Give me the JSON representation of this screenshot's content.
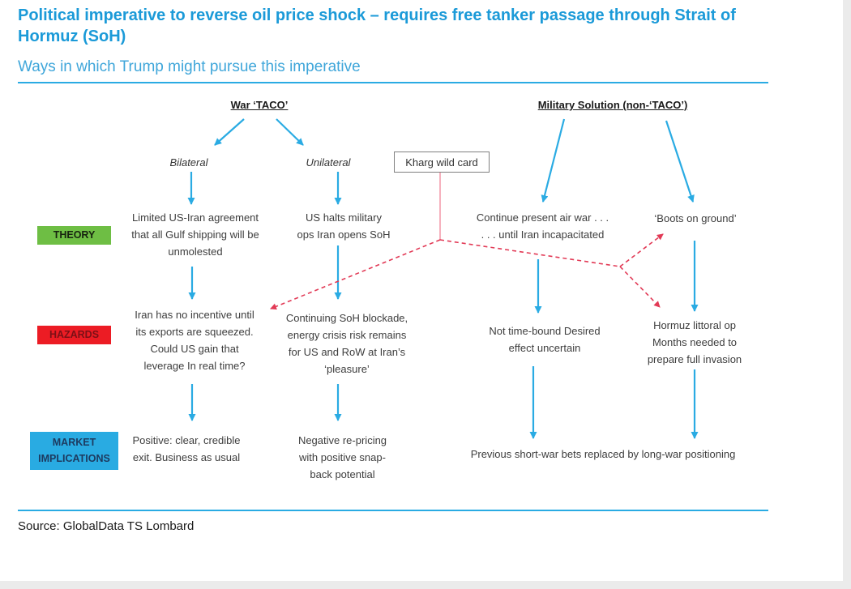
{
  "page": {
    "title": "Political imperative to reverse oil price shock – requires free tanker passage through Strait of Hormuz (SoH)",
    "subtitle": "Ways in which Trump might pursue this imperative",
    "source": "Source: GlobalData TS Lombard"
  },
  "colors": {
    "title_blue": "#1b9ad8",
    "subtitle_blue": "#3fa6da",
    "arrow_blue": "#2aabe3",
    "dashed_red": "#e23a56",
    "theory_green": "#6ebe44",
    "hazards_red": "#ec1c24",
    "hazards_text": "#7c1016",
    "market_cyan": "#29abe2",
    "market_text": "#1d3a5f",
    "rule_blue": "#2aabe3"
  },
  "diagram": {
    "headers": {
      "war": "War ‘TACO’",
      "military": "Military Solution (non-‘TACO’)"
    },
    "branches": {
      "bilateral": "Bilateral",
      "unilateral": "Unilateral"
    },
    "wild_card": "Kharg wild card",
    "rows": {
      "theory_label": "THEORY",
      "hazards_label": "HAZARDS",
      "market_label": "MARKET\nIMPLICATIONS"
    },
    "theory": {
      "bilateral": "Limited US-Iran agreement\nthat all Gulf shipping will be\nunmolested",
      "unilateral": "US halts military\nops Iran opens SoH",
      "air_war": "Continue present air war . . .\n. . . until Iran incapacitated",
      "boots": "‘Boots on ground’"
    },
    "hazards": {
      "bilateral": "Iran has no incentive until\nits exports are squeezed.\nCould US gain that\nleverage In real time?",
      "unilateral": "Continuing SoH blockade,\nenergy crisis risk remains\nfor US and RoW at Iran’s\n‘pleasure’",
      "air_war": "Not time-bound Desired\neffect uncertain",
      "boots": "Hormuz littoral op\nMonths needed to\nprepare full invasion"
    },
    "market": {
      "bilateral": "Positive: clear, credible\nexit. Business as usual",
      "unilateral": "Negative re-pricing\nwith positive snap-\nback potential",
      "long_war": "Previous short-war bets replaced by long-war positioning"
    }
  }
}
